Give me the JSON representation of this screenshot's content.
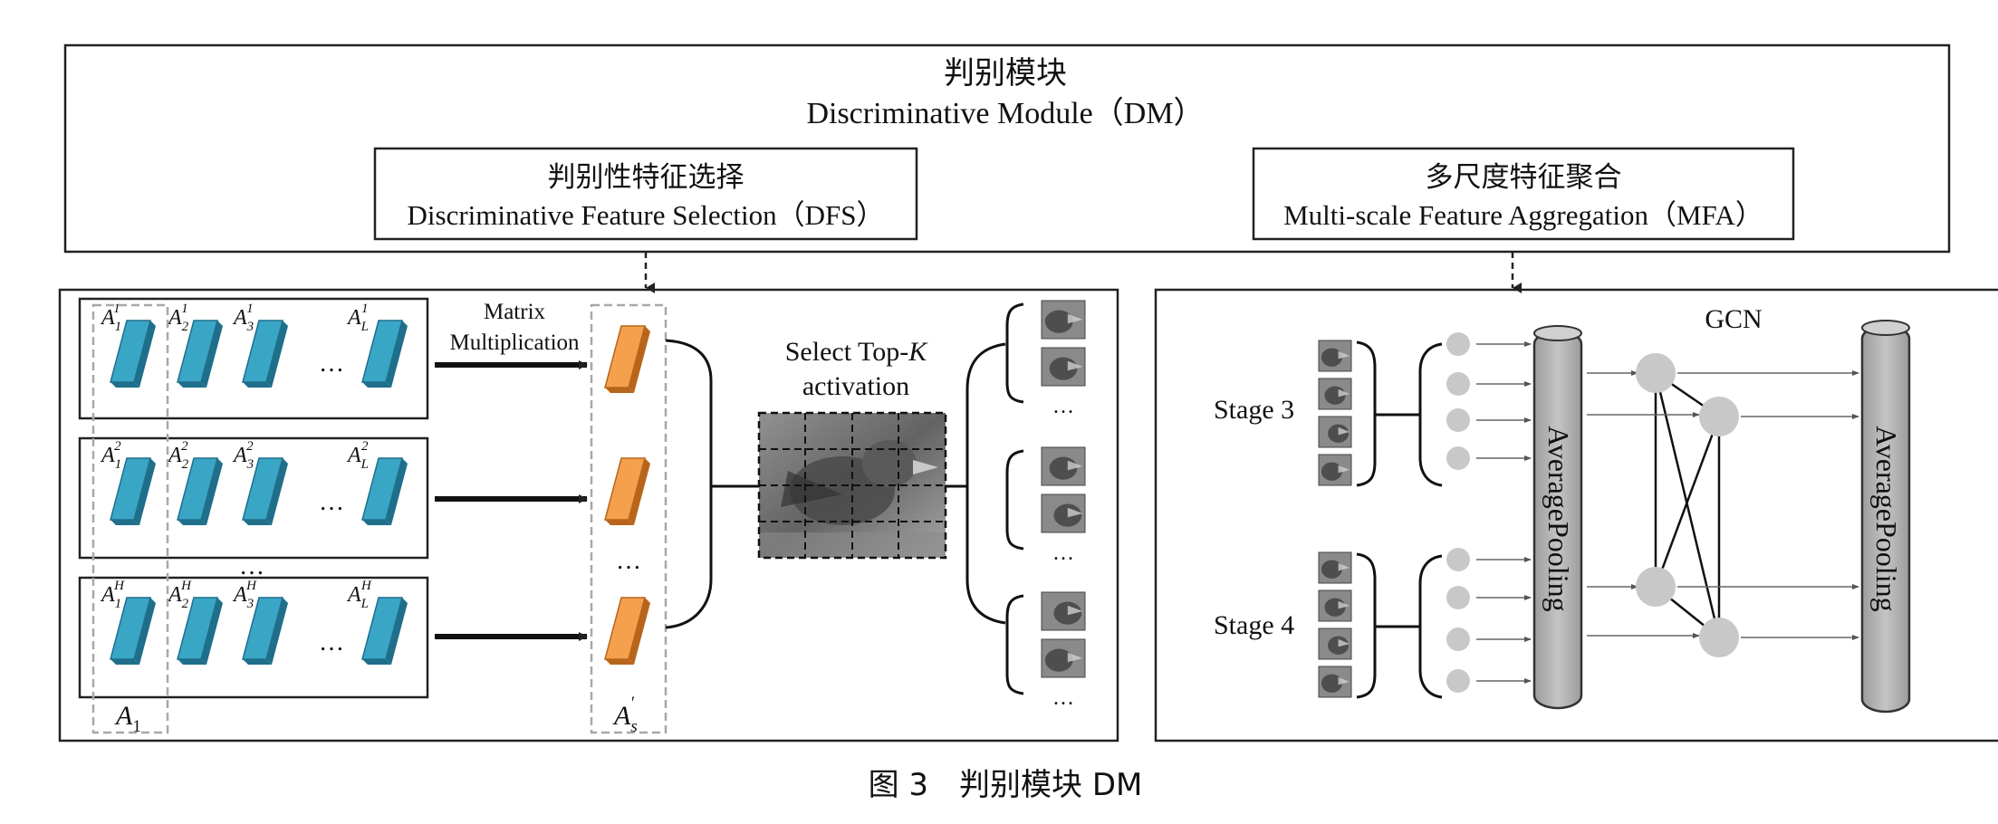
{
  "dm": {
    "title_cn": "判别模块",
    "title_en": "Discriminative Module（DM）"
  },
  "dfs": {
    "title_cn": "判别性特征选择",
    "title_en": "Discriminative Feature Selection（DFS）"
  },
  "mfa": {
    "title_cn": "多尺度特征聚合",
    "title_en": "Multi-scale Feature Aggregation（MFA）"
  },
  "left_panel": {
    "matrix_label_1": "Matrix",
    "matrix_label_2": "Multiplication",
    "select_label_1": "Select Top-",
    "select_label_k": "K",
    "select_label_2": "activation",
    "rows": [
      {
        "sup": "1",
        "items": [
          "1",
          "2",
          "3",
          "L"
        ]
      },
      {
        "sup": "2",
        "items": [
          "1",
          "2",
          "3",
          "L"
        ]
      },
      {
        "sup": "H",
        "items": [
          "1",
          "2",
          "3",
          "L"
        ]
      }
    ],
    "ellipsis": "…",
    "a_letter": "A",
    "group_label_sub": "1",
    "selected_label_sub": "s",
    "selected_label_prime": "′"
  },
  "right_panel": {
    "gcn_label": "GCN",
    "stage3_label": "Stage 3",
    "stage4_label": "Stage 4",
    "pool_label": "AveragePooling"
  },
  "caption": "图 3　判别模块 DM",
  "colors": {
    "line": "#222222",
    "cyan_face": "#3aa6c6",
    "cyan_edge": "#1f6f8b",
    "orange_face": "#f5a04d",
    "orange_edge": "#b8651c",
    "node": "#c8c8c8",
    "pool": "#b0b0b0",
    "dashed": "#a8a8a8"
  }
}
